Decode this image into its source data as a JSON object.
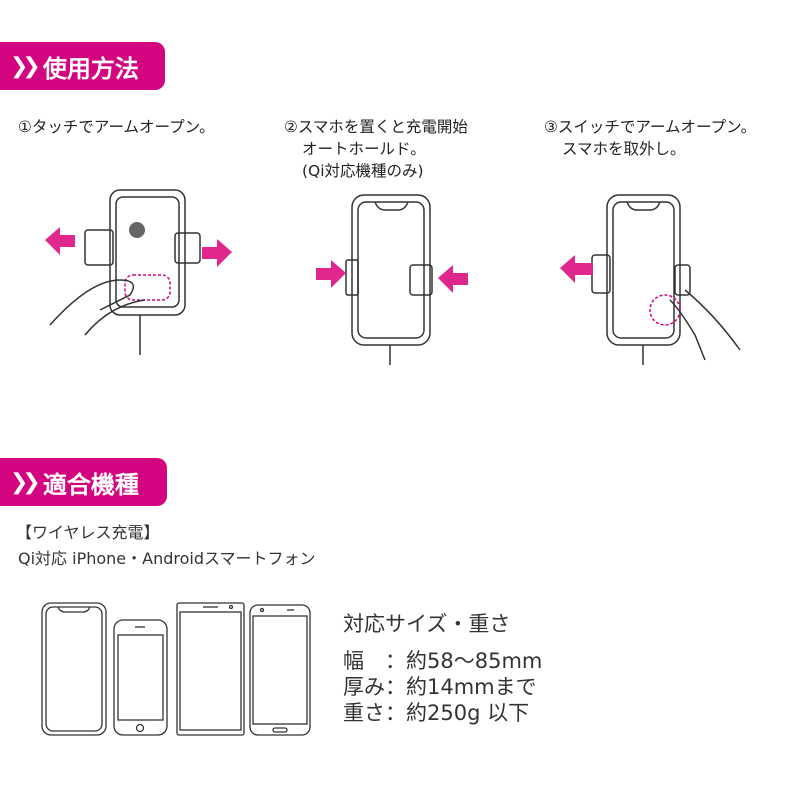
{
  "colors": {
    "accent": "#d3047f",
    "arrow": "#e0278e"
  },
  "usage": {
    "title": "使用方法",
    "steps": [
      {
        "line1": "①タッチでアームオープン。"
      },
      {
        "line1": "②スマホを置くと充電開始",
        "line2": "オートホールド。",
        "line3": "(Qi対応機種のみ)"
      },
      {
        "line1": "③スイッチでアームオープン。",
        "line2": "スマホを取外し。"
      }
    ]
  },
  "compat": {
    "title": "適合機種",
    "category": "【ワイヤレス充電】",
    "description": "Qi対応 iPhone・Androidスマートフォン",
    "spec_title": "対応サイズ・重さ",
    "specs": [
      {
        "label": "幅　：",
        "value": "約58〜85mm"
      },
      {
        "label": "厚み：",
        "value": "約14mmまで"
      },
      {
        "label": "重さ：",
        "value": "約250g 以下"
      }
    ]
  }
}
